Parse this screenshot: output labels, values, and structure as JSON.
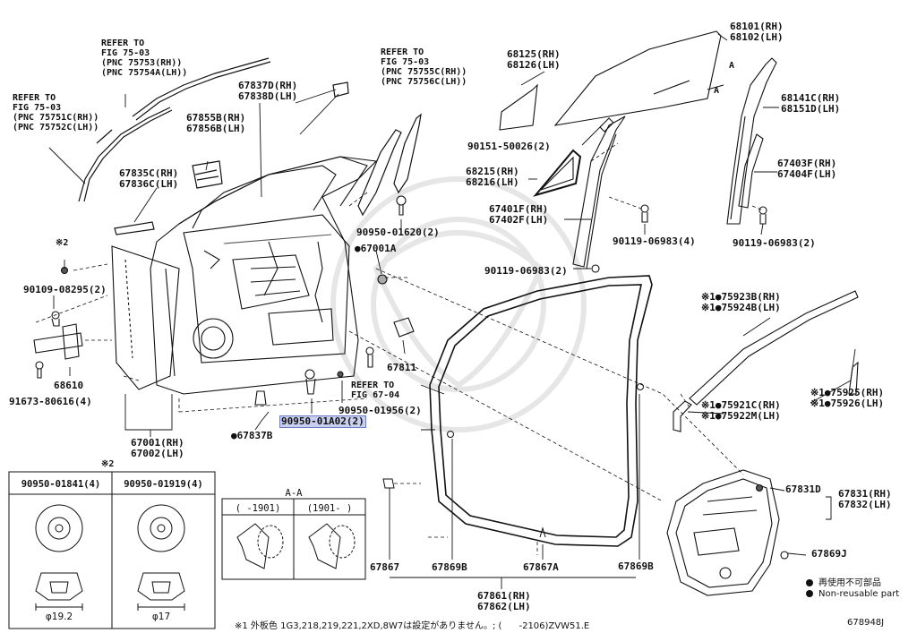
{
  "labels": {
    "refer_top": "REFER TO\nFIG 75-03\n(PNC 75753(RH))\n(PNC 75754A(LH))",
    "refer_left": "REFER TO\nFIG 75-03\n(PNC 75751C(RH))\n(PNC 75752C(LH))",
    "refer_mid": "REFER TO\nFIG 75-03\n(PNC 75755C(RH))\n(PNC 75756C(LH))",
    "p67837d": "67837D(RH)\n67838D(LH)",
    "p67855b": "67855B(RH)\n67856B(LH)",
    "p67835c": "67835C(RH)\n67836C(LH)",
    "mark2_top": "※2",
    "p90109": "90109-08295(2)",
    "p68610": "68610",
    "p91673": "91673-80616(4)",
    "p67001": "67001(RH)\n67002(LH)",
    "p67837b": "●67837B",
    "p90950_a02": "90950-01A02(2)",
    "p90950_01956": "90950-01956(2)",
    "refer_67": "REFER TO\nFIG 67-04",
    "p90950_01620": "90950-01620(2)",
    "p67001a": "●67001A",
    "p67811": "67811",
    "p68125": "68125(RH)\n68126(LH)",
    "p68101": "68101(RH)\n68102(LH)",
    "mark_a1": "A",
    "mark_a2": "A",
    "p90151": "90151-50026(2)",
    "p68215": "68215(RH)\n68216(LH)",
    "p67401f": "67401F(RH)\n67402F(LH)",
    "p90119_a": "90119-06983(4)",
    "p90119_b": "90119-06983(2)",
    "p90119_c": "90119-06983(2)",
    "p68141c": "68141C(RH)\n68151D(LH)",
    "p67403f": "67403F(RH)\n67404F(LH)",
    "p75923b": "※1●75923B(RH)\n※1●75924B(LH)",
    "p75921c": "※1●75921C(RH)\n※1●75922M(LH)",
    "p75925": "※1●75925(RH)\n※1●75926(LH)",
    "p67831d": "67831D",
    "p67831": "67831(RH)\n67832(LH)",
    "p67869j": "67869J",
    "p67867": "67867",
    "p67869b_l": "67869B",
    "p67867a": "67867A",
    "p67869b_r": "67869B",
    "p67861": "67861(RH)\n67862(LH)",
    "mark2_box": "※2",
    "box1_title": "90950-01841(4)",
    "box2_title": "90950-01919(4)",
    "box1_dim": "φ19.2",
    "box2_dim": "φ17",
    "aa_title": "A-A",
    "aa_col1": "(   -1901)",
    "aa_col2": "(1901-   )"
  },
  "legend": {
    "line1": "再使用不可部品",
    "line2": "Non-reusable part"
  },
  "footnote": "※1 外板色 1G3,218,219,221,2XD,8W7は設定がありません。; (      -2106)ZVW51.E",
  "figure_code": "678948J"
}
